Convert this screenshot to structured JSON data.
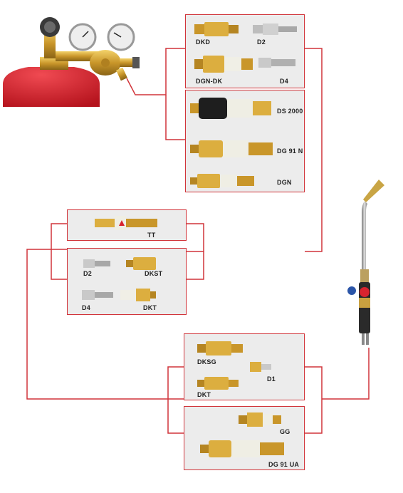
{
  "panels": {
    "p1": {
      "labels": {
        "dkd": "DKD",
        "d2": "D2",
        "dgn_dk": "DGN-DK",
        "d4": "D4"
      }
    },
    "p2": {
      "labels": {
        "ds2000": "DS 2000",
        "dg91n": "DG 91 N",
        "dgn": "DGN"
      }
    },
    "p3": {
      "labels": {
        "tt": "TT"
      }
    },
    "p4": {
      "labels": {
        "d2": "D2",
        "dkst": "DKST",
        "d4": "D4",
        "dkt": "DKT"
      }
    },
    "p5": {
      "labels": {
        "dksg": "DKSG",
        "d1": "D1",
        "dkt": "DKT"
      }
    },
    "p6": {
      "labels": {
        "gg": "GG",
        "dg91ua": "DG 91 UA"
      }
    }
  },
  "colors": {
    "line": "#d1343a",
    "panel_bg": "#ececec",
    "brass": "#d4a53a",
    "cylinder": "#d8232f"
  }
}
